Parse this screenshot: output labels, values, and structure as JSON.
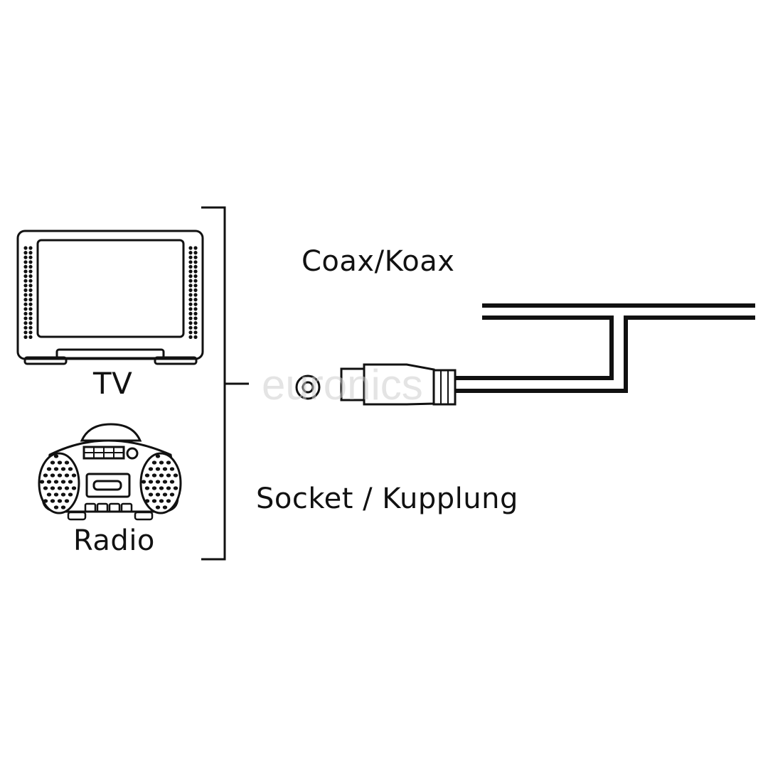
{
  "devices": {
    "tv_label": "TV",
    "radio_label": "Radio"
  },
  "cable": {
    "type_label": "Coax/Koax",
    "connector_label": "Socket / Kupplung"
  },
  "watermark": {
    "text": "euronics"
  },
  "colors": {
    "line": "#111111",
    "background": "#ffffff",
    "watermark": "#cfcfcf"
  },
  "icons": [
    "tv-icon",
    "radio-icon",
    "coax-socket-icon",
    "antenna-icon"
  ]
}
